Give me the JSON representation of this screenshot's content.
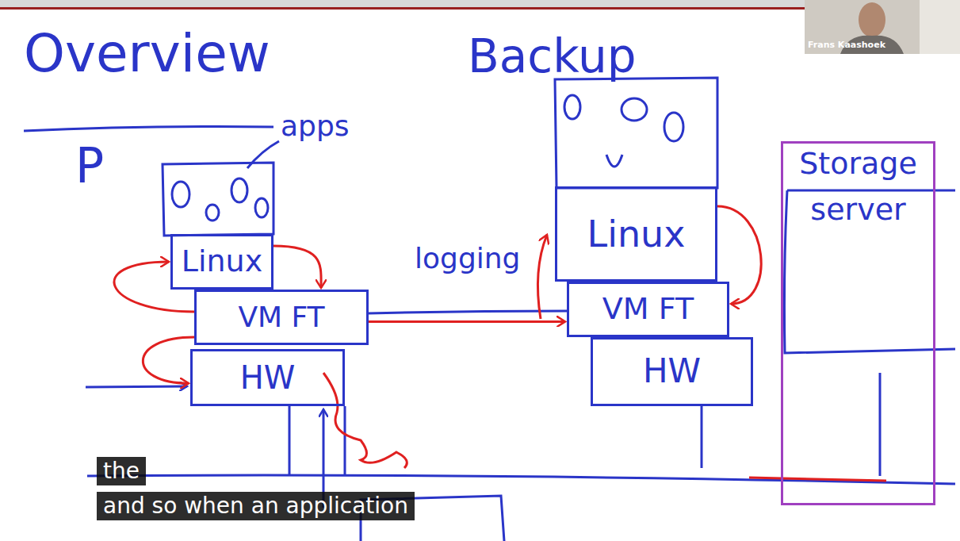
{
  "diagram": {
    "title": "Overview",
    "nodes": [
      {
        "text": [
          "Linux"
        ]
      },
      {
        "text": [
          "VM FT"
        ]
      },
      {
        "text": [
          "HW"
        ]
      },
      {
        "text": [
          "Linux"
        ]
      },
      {
        "text": [
          "VM FT"
        ]
      },
      {
        "text": [
          "HW"
        ]
      },
      {
        "text": [
          "Storage",
          "server"
        ]
      }
    ],
    "edges": [
      {
        "from": 1,
        "to": 4,
        "label": "logging",
        "arrow": "to"
      },
      {
        "from": 0,
        "to": 1,
        "arrow": "to"
      },
      {
        "from": 1,
        "to": 0,
        "arrow": "to"
      },
      {
        "from": 1,
        "to": 2,
        "arrow": "to"
      },
      {
        "from": 3,
        "to": 4,
        "arrow": "to"
      }
    ],
    "labels": [
      "P",
      "apps",
      "Backup",
      "Frans Kaashoek",
      "the",
      "and so when an application"
    ]
  }
}
